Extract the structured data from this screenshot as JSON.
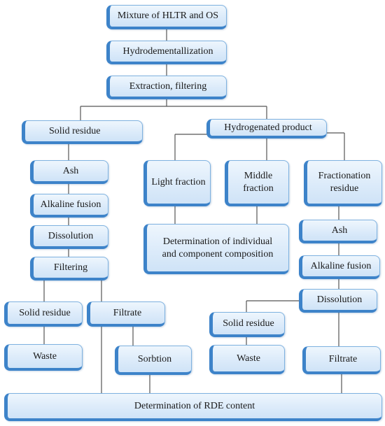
{
  "nodes": {
    "mixture": "Mixture of HLTR and OS",
    "hydrodemet": "Hydrodementallization",
    "extraction": "Extraction, filtering",
    "solid_residue_top": "Solid residue",
    "hydrogenated": "Hydrogenated product",
    "ash_left": "Ash",
    "alkaline_left": "Alkaline fusion",
    "dissolution_left": "Dissolution",
    "filtering_left": "Filtering",
    "solid_residue_left": "Solid residue",
    "filtrate_left": "Filtrate",
    "waste_left": "Waste",
    "sorbtion": "Sorbtion",
    "light_fraction": "Light fraction",
    "middle_fraction_1": "Middle",
    "middle_fraction_2": "fraction",
    "fractionation_1": "Fractionation",
    "fractionation_2": "residue",
    "determination_1": "Determination of individual",
    "determination_2": "and component composition",
    "ash_right": "Ash",
    "alkaline_right": "Alkaline fusion",
    "dissolution_right": "Dissolution",
    "solid_residue_right": "Solid residue",
    "waste_right": "Waste",
    "filtrate_right": "Filtrate",
    "rde_content": "Determination of RDE content"
  }
}
